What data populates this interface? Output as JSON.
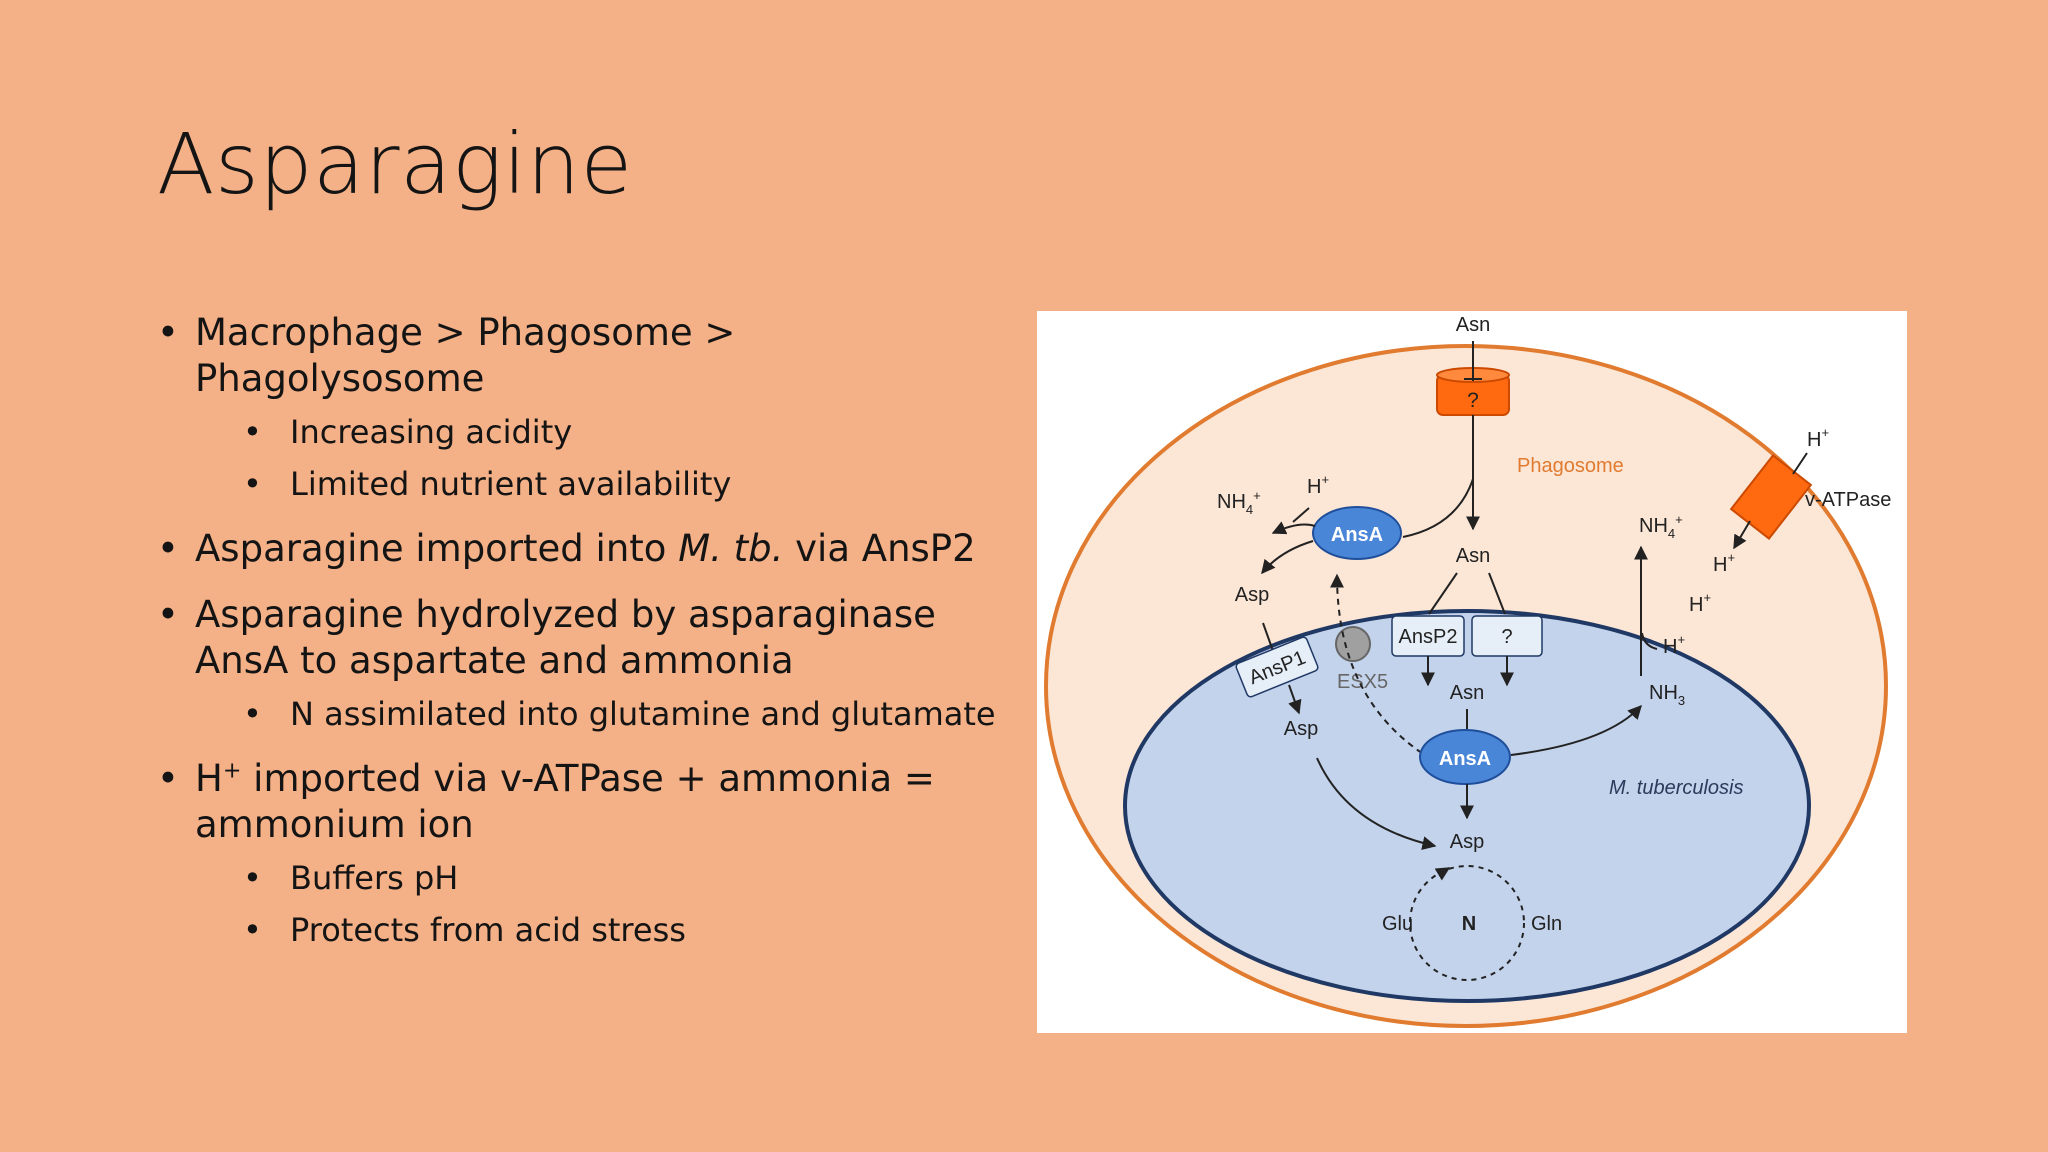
{
  "slide": {
    "title": "Asparagine",
    "bullets": [
      {
        "pre": "Macrophage > Phagosome > Phagolysosome",
        "sub": [
          "Increasing acidity",
          "Limited nutrient availability"
        ]
      },
      {
        "pre": "Asparagine imported into ",
        "em": "M. tb.",
        "post": " via AnsP2"
      },
      {
        "pre": "Asparagine hydrolyzed by asparaginase AnsA to aspartate and ammonia",
        "sub": [
          "N assimilated into glutamine and glutamate"
        ]
      },
      {
        "pre": "H",
        "sup": "+",
        "post": " imported via v-ATPase + ammonia = ammonium ion",
        "sub": [
          "Buffers pH",
          "Protects from acid stress"
        ]
      }
    ]
  },
  "diagram": {
    "asn_top": "Asn",
    "unknown_transporter": "?",
    "phagosome": "Phagosome",
    "h_plus": "H",
    "plus": "+",
    "v_atpase": "v-ATPase",
    "nh4": "NH",
    "sub4": "4",
    "nh3": "NH",
    "sub3": "3",
    "ansa": "AnsA",
    "asn": "Asn",
    "asp": "Asp",
    "ansp1": "AnsP1",
    "ansp2": "AnsP2",
    "esx5": "ESX5",
    "mtb": "M. tuberculosis",
    "glu": "Glu",
    "gln": "Gln",
    "n": "N",
    "colors": {
      "background": "#f4b086",
      "phagosome_border": "#e07b30",
      "phagosome_fill": "#fce6d6",
      "cell_fill": "#c3d3ec",
      "cell_border": "#1f3864",
      "enzyme": "#4a86d8",
      "transporter": "#ff6a10"
    }
  }
}
